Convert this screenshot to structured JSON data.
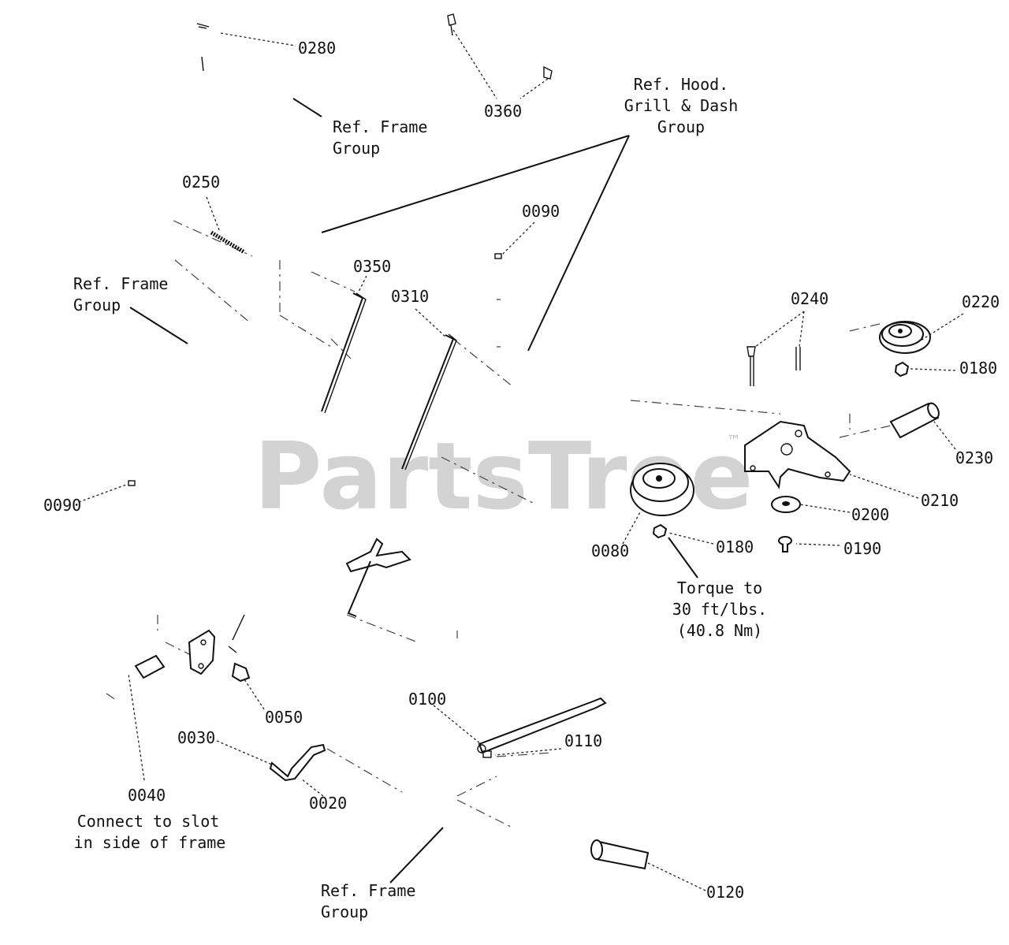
{
  "watermark": {
    "brand": "PartsTree",
    "mark": "™"
  },
  "labels": {
    "p0280": "0280",
    "p0360": "0360",
    "p0250": "0250",
    "p0090a": "0090",
    "p0350": "0350",
    "p0310": "0310",
    "p0240": "0240",
    "p0220": "0220",
    "p0180a": "0180",
    "p0230": "0230",
    "p0210": "0210",
    "p0090b": "0090",
    "p0200": "0200",
    "p0080": "0080",
    "p0180b": "0180",
    "p0190": "0190",
    "p0050": "0050",
    "p0100": "0100",
    "p0110": "0110",
    "p0030": "0030",
    "p0020": "0020",
    "p0040": "0040",
    "p0120": "0120"
  },
  "notes": {
    "ref_frame_top": [
      "Ref. Frame",
      "Group"
    ],
    "ref_hood": [
      "Ref. Hood.",
      "Grill & Dash",
      "Group"
    ],
    "ref_frame_left": [
      "Ref. Frame",
      "Group"
    ],
    "torque": [
      "Torque to",
      "30 ft/lbs.",
      "(40.8 Nm)"
    ],
    "connect": [
      "Connect to slot",
      "in side of frame"
    ],
    "ref_frame_bottom": [
      "Ref. Frame",
      "Group"
    ]
  }
}
